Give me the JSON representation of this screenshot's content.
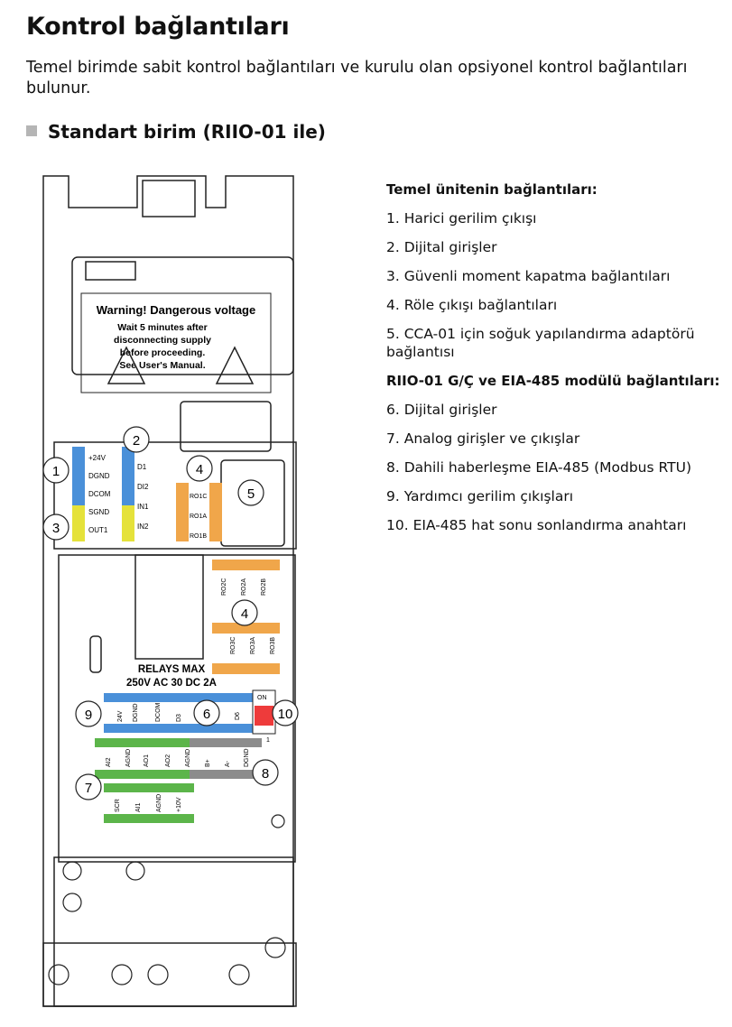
{
  "page": {
    "title": "Kontrol bağlantıları",
    "intro": "Temel birimde sabit kontrol bağlantıları ve kurulu olan opsiyonel kontrol bağlantıları bulunur.",
    "section_heading": "Standart birim (RIIO-01 ile)"
  },
  "legend": {
    "base_heading": "Temel ünitenin bağlantıları:",
    "base_items": [
      "1. Harici gerilim çıkışı",
      "2. Dijital girişler",
      "3. Güvenli moment kapatma bağlantıları",
      "4. Röle çıkışı bağlantıları",
      "5. CCA-01 için soğuk yapılandırma adaptörü bağlantısı"
    ],
    "module_heading": "RIIO-01 G/Ç ve EIA-485 modülü bağlantıları:",
    "module_items": [
      "6. Dijital girişler",
      "7. Analog girişler ve çıkışlar",
      "8. Dahili haberleşme EIA-485 (Modbus RTU)",
      "9. Yardımcı gerilim çıkışları",
      "10. EIA-485 hat sonu sonlandırma anahtarı"
    ]
  },
  "diagram": {
    "warning_title": "Warning! Dangerous voltage",
    "warning_lines": [
      "Wait 5 minutes after",
      "disconnecting supply",
      "before proceeding.",
      "See User's Manual."
    ],
    "terminals_left": [
      "+24V",
      "DGND",
      "DCOM",
      "SGND",
      "OUT1"
    ],
    "terminals_di": [
      "D1",
      "DI2",
      "IN1",
      "IN2"
    ],
    "terminals_ro1": [
      "RO1C",
      "RO1A",
      "RO1B"
    ],
    "terminals_ro2": [
      "RO2C",
      "RO2A",
      "RO2B"
    ],
    "terminals_ro3": [
      "RO3C",
      "RO3A",
      "RO3B"
    ],
    "relays_line1": "RELAYS MAX",
    "relays_line2": "250V AC 30 DC 2A",
    "row_top": [
      "24V",
      "DGND",
      "DCOM",
      "D3",
      "D6"
    ],
    "row_mid": [
      "AI2",
      "AGND",
      "AO1",
      "AO2",
      "AGND",
      "B+",
      "A-",
      "DGND"
    ],
    "row_bot": [
      "SCR",
      "AI1",
      "AGND",
      "+10V"
    ],
    "switch_on": "ON",
    "switch_one": "1",
    "callouts": [
      "1",
      "2",
      "3",
      "4",
      "5",
      "6",
      "7",
      "8",
      "9",
      "10",
      "4"
    ],
    "colors": {
      "blue": "#4a90d9",
      "yellow": "#e5e23a",
      "orange": "#f0a64a",
      "green": "#5cb54a",
      "gray": "#8c8c8c",
      "red": "#ee3b3b"
    }
  }
}
